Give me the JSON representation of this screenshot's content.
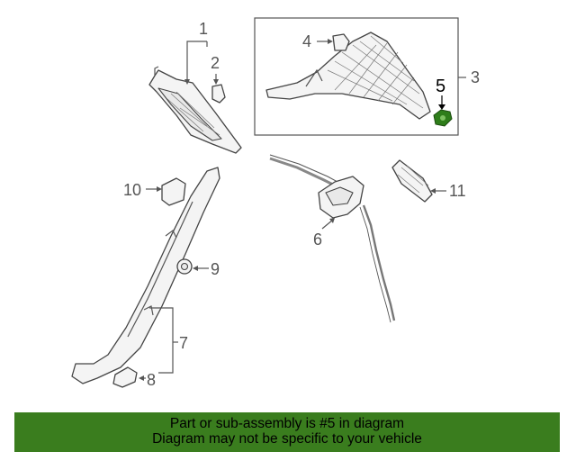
{
  "callouts": {
    "c1": "1",
    "c2": "2",
    "c3": "3",
    "c4": "4",
    "c5": "5",
    "c6": "6",
    "c7": "7",
    "c8": "8",
    "c9": "9",
    "c10": "10",
    "c11": "11"
  },
  "highlight": {
    "part_number": "5",
    "color": "#2e7d1a"
  },
  "banner": {
    "line1": "Part or sub-assembly is #5 in diagram",
    "line2": "Diagram may not be specific to your vehicle",
    "background": "#3a7d1e"
  }
}
